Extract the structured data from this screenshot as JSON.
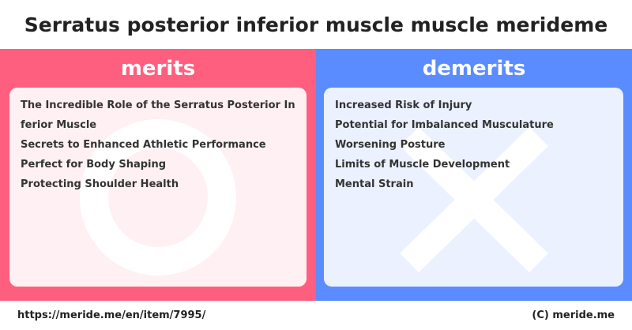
{
  "title": "Serratus posterior inferior muscle muscle merideme",
  "colors": {
    "merits_bg": "#ff5f7e",
    "merits_card": "#fff0f3",
    "demerits_bg": "#5a8bff",
    "demerits_card": "#ebf1ff"
  },
  "merits": {
    "heading": "merits",
    "symbol": "circle-symbol-icon",
    "items": [
      "The Incredible Role of the Serratus Posterior Inferior Muscle",
      "Secrets to Enhanced Athletic Performance",
      "Perfect for Body Shaping",
      "Protecting Shoulder Health"
    ]
  },
  "demerits": {
    "heading": "demerits",
    "symbol": "cross-symbol-icon",
    "items": [
      "Increased Risk of Injury",
      "Potential for Imbalanced Musculature",
      "Worsening Posture",
      "Limits of Muscle Development",
      "Mental Strain"
    ]
  },
  "footer": {
    "url": "https://meride.me/en/item/7995/",
    "copyright": "(C) meride.me"
  }
}
